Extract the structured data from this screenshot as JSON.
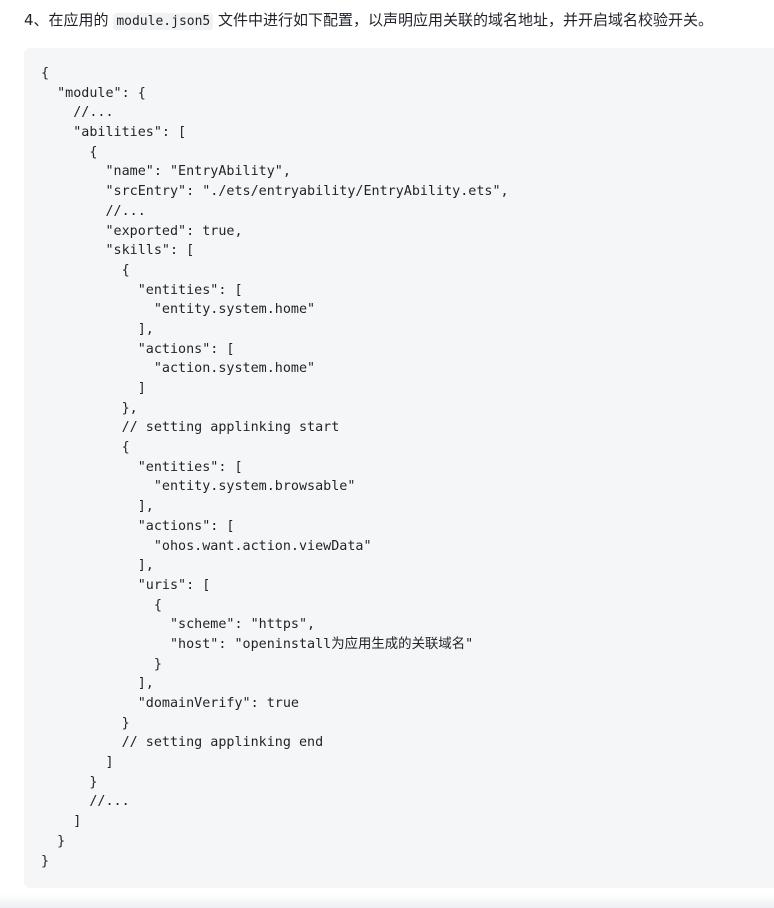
{
  "heading": {
    "prefix": "4、在应用的",
    "file_name": "module.json5",
    "suffix": "文件中进行如下配置，以声明应用关联的域名地址，并开启域名校验开关。"
  },
  "code_lines": [
    "{",
    "  \"module\": {",
    "    //...",
    "    \"abilities\": [",
    "      {",
    "        \"name\": \"EntryAbility\",",
    "        \"srcEntry\": \"./ets/entryability/EntryAbility.ets\",",
    "        //...",
    "        \"exported\": true,",
    "        \"skills\": [",
    "          {",
    "            \"entities\": [",
    "              \"entity.system.home\"",
    "            ],",
    "            \"actions\": [",
    "              \"action.system.home\"",
    "            ]",
    "          },",
    "          // setting applinking start",
    "          {",
    "            \"entities\": [",
    "              \"entity.system.browsable\"",
    "            ],",
    "            \"actions\": [",
    "              \"ohos.want.action.viewData\"",
    "            ],",
    "            \"uris\": [",
    "              {",
    "                \"scheme\": \"https\",",
    "                \"host\": \"openinstall为应用生成的关联域名\"",
    "              }",
    "            ],",
    "            \"domainVerify\": true",
    "          }",
    "          // setting applinking end",
    "        ]",
    "      }",
    "      //...",
    "    ]",
    "  }",
    "}"
  ]
}
